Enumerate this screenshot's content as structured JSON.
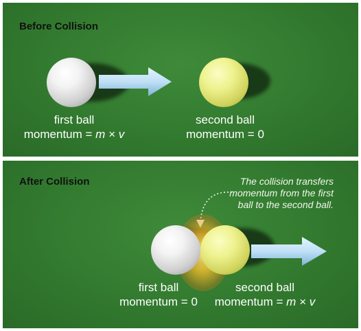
{
  "before": {
    "heading": "Before Collision",
    "first_ball": {
      "name": "first ball",
      "momentum_prefix": "momentum = ",
      "momentum_expr": "m × v"
    },
    "second_ball": {
      "name": "second ball",
      "momentum_prefix": "momentum = ",
      "momentum_expr": "0"
    }
  },
  "after": {
    "heading": "After Collision",
    "annotation": [
      "The collision transfers",
      "momentum from the first",
      "ball to the second ball."
    ],
    "first_ball": {
      "name": "first ball",
      "momentum_prefix": "momentum = ",
      "momentum_expr": "0"
    },
    "second_ball": {
      "name": "second ball",
      "momentum_prefix": "momentum = ",
      "momentum_expr": "m × v"
    }
  },
  "colors": {
    "background": "#337b30",
    "arrow": "#bfe0f6",
    "white_ball": "#f0f0f0",
    "yellow_ball": "#eef28e",
    "text": "#ffffff"
  },
  "icons": [
    "white-ball-icon",
    "yellow-ball-icon",
    "motion-arrow-icon",
    "impact-glow-icon"
  ]
}
